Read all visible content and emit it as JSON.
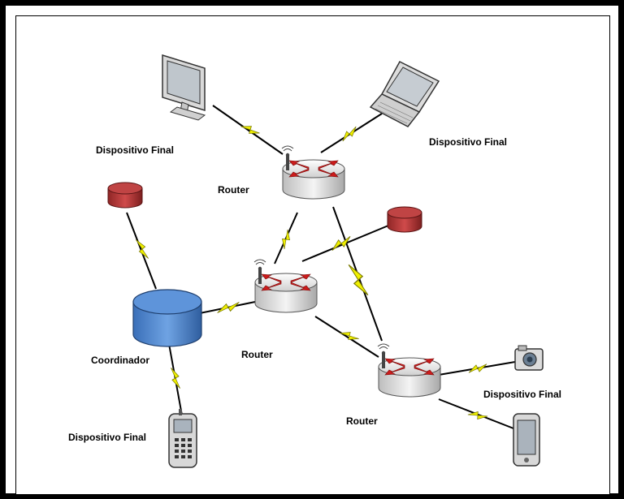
{
  "labels": {
    "end_device_top_left": "Dispositivo Final",
    "end_device_top_right": "Dispositivo Final",
    "end_device_bottom_left": "Dispositivo Final",
    "end_device_right": "Dispositivo Final",
    "router_top": "Router",
    "router_middle": "Router",
    "router_bottom": "Router",
    "coordinator": "Coordinador"
  },
  "colors": {
    "coordinator": "#4f86cf",
    "end_device_db": "#b93a3a",
    "router_body": "#e6e6e6",
    "router_arrows": "#cc1b1b",
    "link_bolt": "#e6e600",
    "wired_link": "#000000"
  },
  "icons": {
    "coordinator": "database-cylinder-icon",
    "router": "router-icon",
    "desktop": "monitor-icon",
    "laptop": "laptop-icon",
    "phone": "mobile-phone-icon",
    "camera": "camera-icon",
    "tablet": "smartphone-icon",
    "end_device_db": "sensor-cylinder-icon"
  }
}
